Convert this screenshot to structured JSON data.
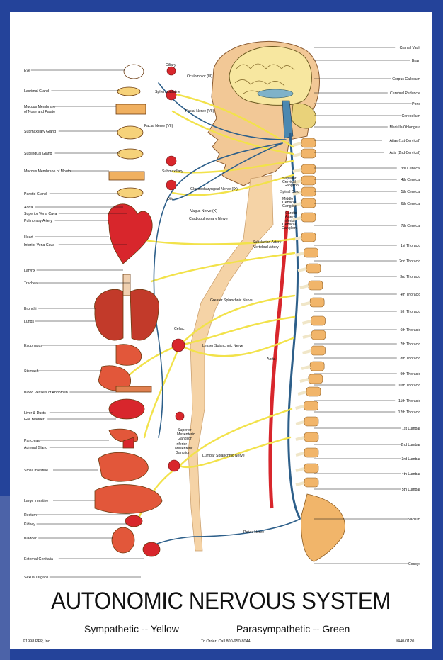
{
  "title": "AUTONOMIC NERVOUS SYSTEM",
  "legend": {
    "sympathetic": "Sympathetic -- Yellow",
    "parasympathetic": "Parasympathetic -- Green"
  },
  "footer": {
    "copyright": "©1998 PPP, Inc.",
    "order": "To Order: Call 800-950-8044",
    "code": "#440-0120"
  },
  "colors": {
    "background": "#24439a",
    "sympathetic": "#f2e24a",
    "parasympathetic": "#2d5f8a",
    "organ": "#d8262c"
  },
  "left_labels": [
    "Eye",
    "Lacrimal Gland",
    "Mucous Membrane",
    "of Nose and Palate",
    "Submaxillary Gland",
    "Sublingual Gland",
    "Mucous Membrane of Mouth",
    "Parotid Gland",
    "Aorta",
    "Superior Vena Cava",
    "Pulmonary Artery",
    "Heart",
    "Inferior Vena Cava",
    "Larynx",
    "Trachea",
    "Bronchi",
    "Lungs",
    "Esophagus",
    "Stomach",
    "Blood Vessels of Abdomen",
    "Liver & Ducts",
    "Gall Bladder",
    "Pancreas",
    "Adrenal Gland",
    "Small Intestine",
    "Large Intestine",
    "Rectum",
    "Kidney",
    "Bladder",
    "External Genitalia",
    "Sexual Organs"
  ],
  "right_labels": [
    "Cranial Vault",
    "Brain",
    "Corpus Callosum",
    "Cerebral Peduncle",
    "Pons",
    "Cerebellum",
    "Medulla Oblongata",
    "Atlas (1st Cervical)",
    "Axis (2nd Cervical)",
    "3rd Cervical",
    "4th Cervical",
    "5th Cervical",
    "6th Cervical",
    "7th Cervical",
    "1st Thoracic",
    "2nd Thoracic",
    "3rd Thoracic",
    "4th Thoracic",
    "5th Thoracic",
    "6th Thoracic",
    "7th Thoracic",
    "8th Thoracic",
    "9th Thoracic",
    "10th Thoracic",
    "11th Thoracic",
    "12th Thoracic",
    "1st Lumbar",
    "2nd Lumbar",
    "3rd Lumbar",
    "4th Lumbar",
    "5th Lumbar",
    "Sacrum",
    "Coccyx"
  ],
  "center_labels": [
    "Ciliary",
    "Oculomotor (III)",
    "Sphenopalatine",
    "Facial Nerve (VII)",
    "Facial Nerve (VII)",
    "Submaxillary",
    "Otic",
    "Glossopharyngeal Nerve (IX)",
    "Vagus Nerve (X)",
    "Superior",
    "Cervical",
    "Ganglion",
    "Spinal Cord",
    "Middle",
    "Cervical",
    "Ganglion",
    "Carotid",
    "Artery",
    "Inferior",
    "Cervical",
    "Ganglion",
    "Subclavian Artery",
    "Vertebral Artery",
    "Cardiopulmonary Nerve",
    "Greater Splanchnic Nerve",
    "Celiac",
    "Lesser Splanchnic Nerve",
    "Aorta",
    "Superior",
    "Mesenteric",
    "Ganglion",
    "Inferior",
    "Mesenteric",
    "Ganglion",
    "Lumbar Splanchnic Nerve",
    "Pelvic Nerve"
  ]
}
